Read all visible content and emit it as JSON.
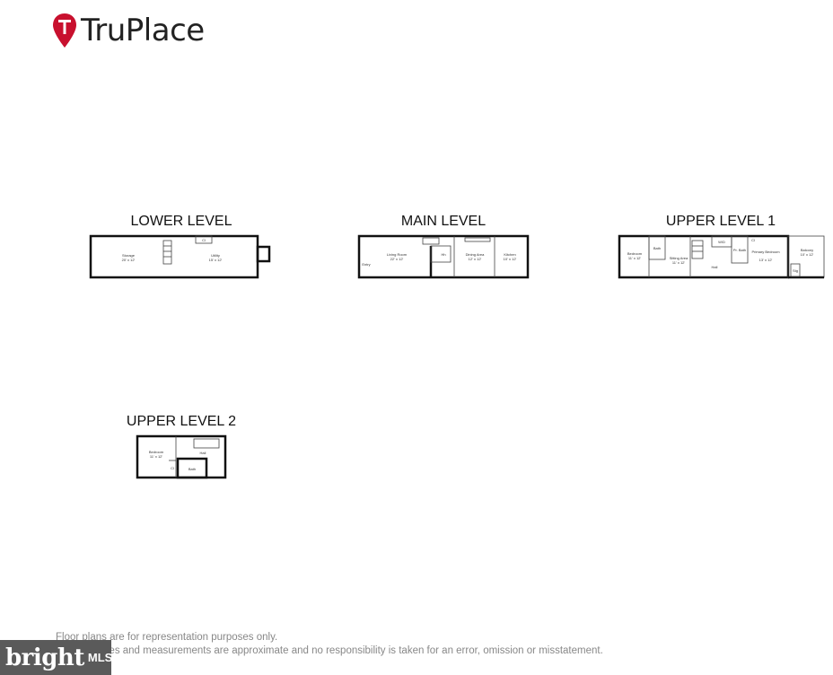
{
  "brand": {
    "logo_text": "TruPlace",
    "logo_color": "#c8102e"
  },
  "levels": [
    {
      "title": "LOWER LEVEL",
      "rooms": [
        {
          "name": "Storage",
          "dims": "20' x 12'"
        },
        {
          "name": "Utility",
          "dims": "15' x 12'"
        },
        {
          "name": "Cl",
          "dims": ""
        }
      ]
    },
    {
      "title": "MAIN LEVEL",
      "rooms": [
        {
          "name": "Entry",
          "dims": ""
        },
        {
          "name": "Living Room",
          "dims": "22' x 12'"
        },
        {
          "name": "Dining Area",
          "dims": "12' x 12'"
        },
        {
          "name": "Kitchen",
          "dims": "10' x 12'"
        },
        {
          "name": "Hh",
          "dims": ""
        }
      ]
    },
    {
      "title": "UPPER LEVEL 1",
      "rooms": [
        {
          "name": "Bedroom",
          "dims": "11' x 12'"
        },
        {
          "name": "Bath",
          "dims": ""
        },
        {
          "name": "Sitting Area",
          "dims": "11' x 12'"
        },
        {
          "name": "W/D",
          "dims": ""
        },
        {
          "name": "Hall",
          "dims": ""
        },
        {
          "name": "Pr. Bath",
          "dims": ""
        },
        {
          "name": "Primary Bedroom",
          "dims": "13' x 12'"
        },
        {
          "name": "Balcony",
          "dims": "10' x 12'"
        },
        {
          "name": "Stg",
          "dims": ""
        },
        {
          "name": "Cl",
          "dims": ""
        }
      ]
    },
    {
      "title": "UPPER LEVEL 2",
      "rooms": [
        {
          "name": "Bedroom",
          "dims": "11' x 12'"
        },
        {
          "name": "Hall",
          "dims": ""
        },
        {
          "name": "Cl",
          "dims": ""
        },
        {
          "name": "Bath",
          "dims": ""
        }
      ]
    }
  ],
  "disclaimer": {
    "line1": "Floor plans are for representation purposes only.",
    "line2": "All room sizes and measurements are approximate and no responsibility is taken for an error, omission or misstatement."
  },
  "watermark": {
    "word": "bright",
    "suffix": "MLS"
  }
}
